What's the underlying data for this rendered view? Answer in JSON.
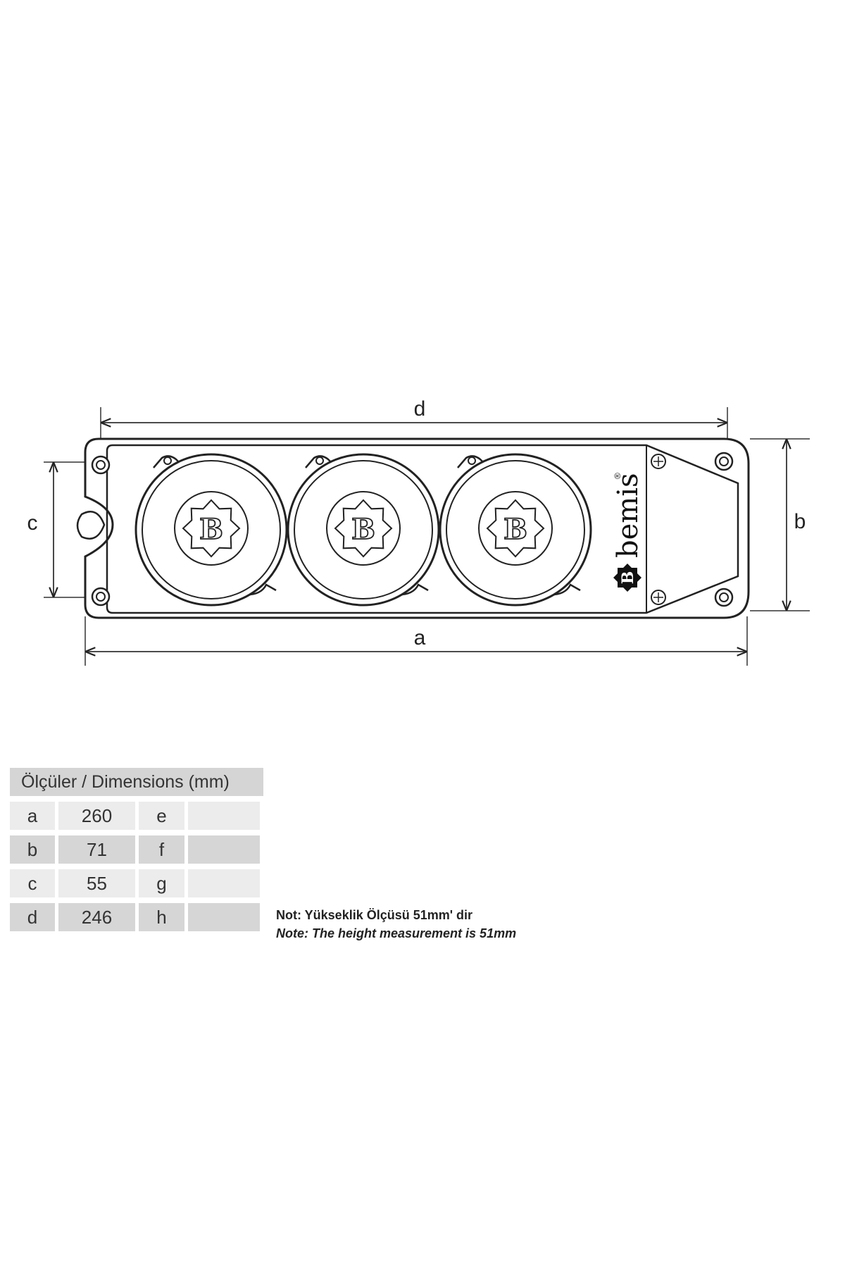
{
  "diagram": {
    "dimension_labels": {
      "a": "a",
      "b": "b",
      "c": "c",
      "d": "d"
    },
    "brand": {
      "name": "bemis",
      "registered_mark": "®",
      "logo_letter": "B"
    },
    "socket_count": 3,
    "colors": {
      "line": "#222222",
      "background": "#ffffff"
    }
  },
  "table": {
    "title": "Ölçüler / Dimensions (mm)",
    "rows": [
      {
        "key": "a",
        "value": "260",
        "key2": "e",
        "value2": ""
      },
      {
        "key": "b",
        "value": "71",
        "key2": "f",
        "value2": ""
      },
      {
        "key": "c",
        "value": "55",
        "key2": "g",
        "value2": ""
      },
      {
        "key": "d",
        "value": "246",
        "key2": "h",
        "value2": ""
      }
    ],
    "colors": {
      "header": "#d5d5d5",
      "row_light": "#ececec",
      "row_dark": "#d6d6d6"
    }
  },
  "note": {
    "tr": "Not:  Yükseklik Ölçüsü 51mm' dir",
    "en": "Note: The height measurement is 51mm"
  }
}
